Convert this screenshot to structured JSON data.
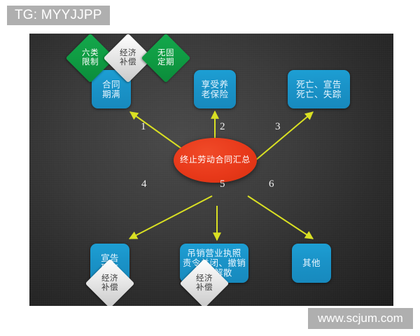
{
  "overlays": {
    "tg_tag": "TG: MYYJJPP",
    "site_tag": "www.scjum.com"
  },
  "diagram": {
    "title": "终止劳动合同汇总",
    "center": {
      "label": "终止劳动合同汇总",
      "shape": "ellipse",
      "color": "#e8391a"
    },
    "branches": [
      {
        "number": "1",
        "label": "合同\n期满",
        "color": "#1a93c8"
      },
      {
        "number": "2",
        "label": "享受养\n老保险",
        "color": "#1a93c8"
      },
      {
        "number": "3",
        "label": "死亡、宣告\n死亡、失踪",
        "color": "#1a93c8"
      },
      {
        "number": "4",
        "label": "宣告\n破产",
        "color": "#1a93c8"
      },
      {
        "number": "5",
        "label": "吊销营业执照\n责令关闭、撤销\n提前解散",
        "color": "#1a93c8"
      },
      {
        "number": "6",
        "label": "其他",
        "color": "#1a93c8"
      }
    ],
    "diamonds": [
      {
        "label": "六类\n限制",
        "style": "green",
        "color": "#0f9c43"
      },
      {
        "label": "经济\n补偿",
        "style": "silver",
        "color": "#e8e8e8"
      },
      {
        "label": "无固\n定期",
        "style": "green",
        "color": "#0f9c43"
      },
      {
        "label": "经济\n补偿",
        "style": "silver",
        "color": "#e8e8e8"
      },
      {
        "label": "经济\n补偿",
        "style": "silver",
        "color": "#e8e8e8"
      }
    ],
    "arrow_color": "#d9e021",
    "background_color": "#2c2c2c"
  }
}
